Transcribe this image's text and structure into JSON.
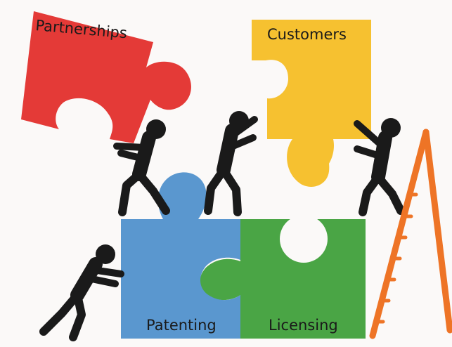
{
  "pieces": {
    "partnerships": {
      "label": "Partnerships",
      "color": "#e43a37"
    },
    "customers": {
      "label": "Customers",
      "color": "#f6c130"
    },
    "patenting": {
      "label": "Patenting",
      "color": "#5a97cf"
    },
    "licensing": {
      "label": "Licensing",
      "color": "#4aa545"
    }
  },
  "figure_color": "#1a1a1a",
  "ladder_color": "#ee7426"
}
